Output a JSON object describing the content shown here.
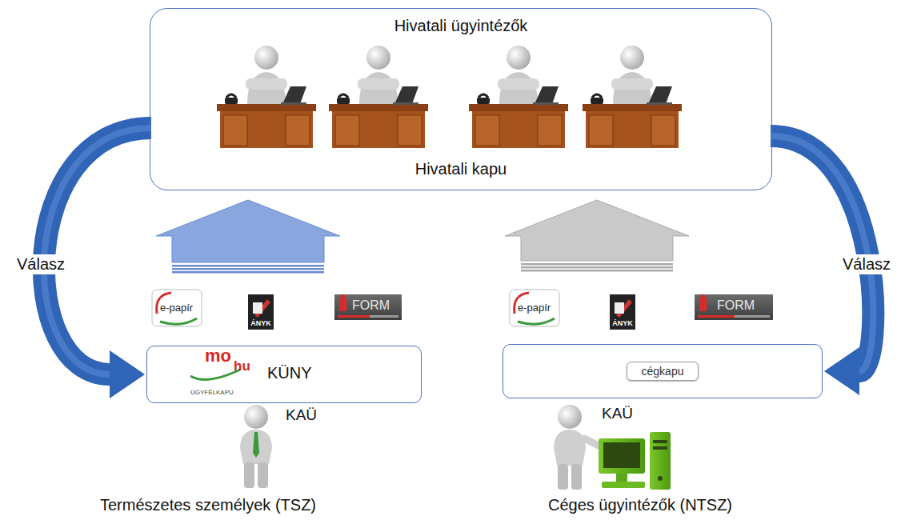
{
  "diagram": {
    "nodes": [
      {
        "text": [
          "Hivatali ügyintézők",
          "Hivatali kapu"
        ]
      },
      {
        "text": [
          "KÜNY"
        ]
      },
      {
        "text": [
          "cégkapu"
        ]
      }
    ],
    "edges": [
      {
        "from": 1,
        "to": 0,
        "arrow": "to"
      },
      {
        "from": 2,
        "to": 0,
        "arrow": "to"
      },
      {
        "from": 0,
        "to": 1,
        "label": "Válasz",
        "arrow": "to"
      },
      {
        "from": 0,
        "to": 2,
        "label": "Válasz",
        "arrow": "to"
      }
    ],
    "labels": [
      "e-papír",
      "ÁNYK",
      "FORM",
      "mo",
      "hu",
      "ÜGYFÉLKAPU",
      "KAÜ",
      "Természetes személyek (TSZ)",
      "e-papír",
      "ÁNYK",
      "FORM",
      "KAÜ",
      "Céges ügyintézők (NTSZ)"
    ]
  }
}
